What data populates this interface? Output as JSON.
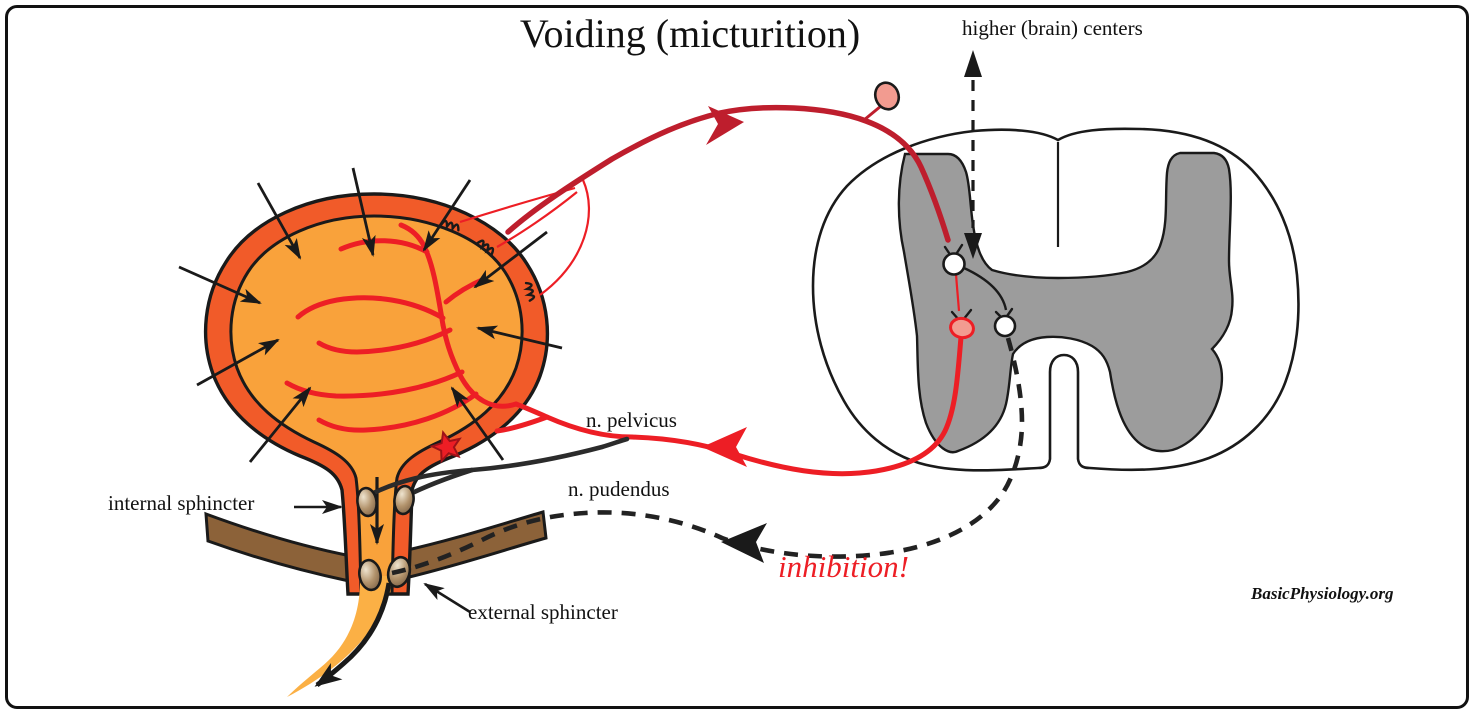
{
  "title": "Voiding (micturition)",
  "labels": {
    "higher_centers": "higher (brain) centers",
    "n_pelvicus": "n. pelvicus",
    "n_pudendus": "n. pudendus",
    "internal_sphincter": "internal sphincter",
    "external_sphincter": "external sphincter",
    "inhibition": "inhibition!",
    "watermark": "BasicPhysiology.org"
  },
  "colors": {
    "ink": "#1a1a1a",
    "red": "#ED1E25",
    "darkred": "#BE1E2D",
    "bladder_wall": "#F15B29",
    "bladder_cavity": "#F9A23B",
    "urine": "#FBB045",
    "gray_matter": "#9C9C9C",
    "pelvic_floor": "#8C6239",
    "neuron_pink": "#F29B90",
    "background": "#FFFFFF"
  }
}
